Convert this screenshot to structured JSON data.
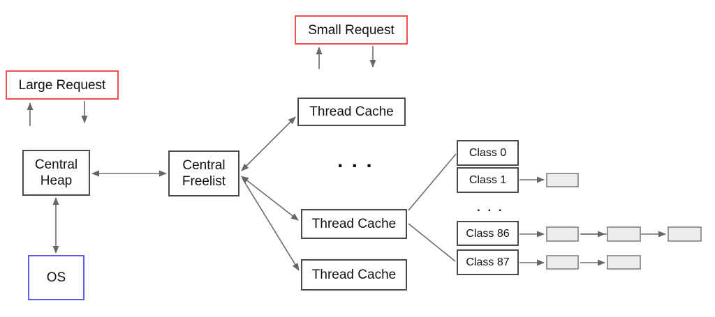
{
  "nodes": {
    "small_request": "Small Request",
    "large_request": "Large Request",
    "central_heap_line1": "Central",
    "central_heap_line2": "Heap",
    "central_freelist_line1": "Central",
    "central_freelist_line2": "Freelist",
    "os": "OS",
    "thread_cache_top": "Thread Cache",
    "thread_cache_middle": "Thread Cache",
    "thread_cache_bottom": "Thread Cache",
    "class_0": "Class 0",
    "class_1": "Class 1",
    "class_86": "Class 86",
    "class_87": "Class 87"
  },
  "ellipsis": {
    "thread_caches": ". . .",
    "classes": ". . ."
  },
  "colors": {
    "request_border": "#f25151",
    "os_border": "#5b5bef",
    "node_border": "#4a4a4a",
    "arrow": "#666666",
    "block_fill": "#ececec",
    "block_border": "#979797",
    "background": "#ffffff",
    "text": "#111111"
  }
}
